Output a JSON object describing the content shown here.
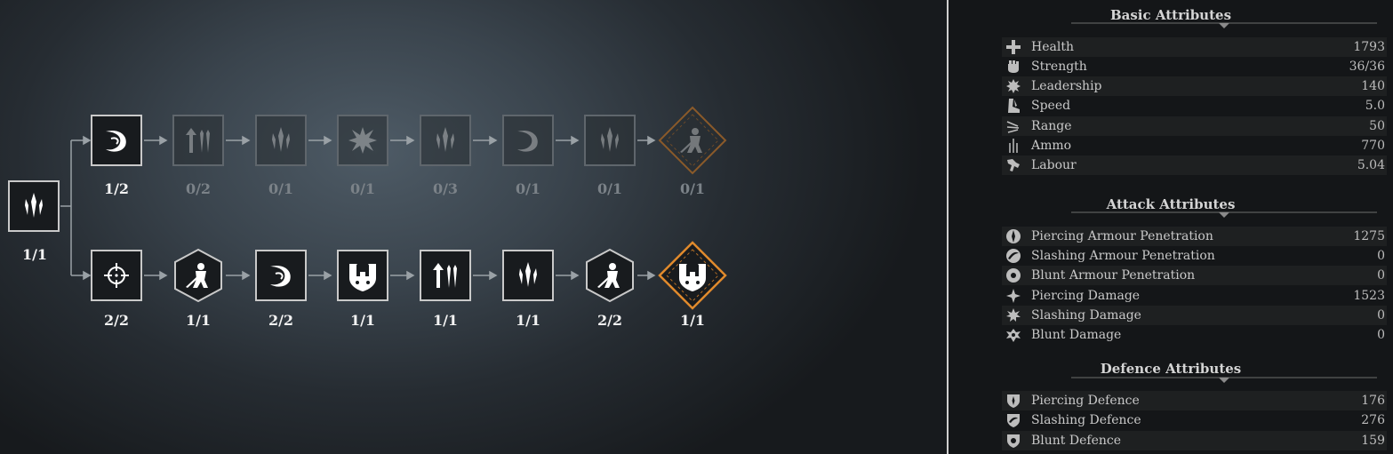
{
  "skill_tree": {
    "root": {
      "level": "1/1",
      "icon": "spear-tips-icon"
    },
    "top_row": [
      {
        "level": "1/2",
        "icon": "crescent-slash-icon",
        "active": true
      },
      {
        "level": "0/2",
        "icon": "arrow-bundle-icon",
        "active": false
      },
      {
        "level": "0/1",
        "icon": "spear-tips-icon",
        "active": false
      },
      {
        "level": "0/1",
        "icon": "burst-icon",
        "active": false
      },
      {
        "level": "0/3",
        "icon": "spear-tips-icon",
        "active": false
      },
      {
        "level": "0/1",
        "icon": "crescent-slash-icon",
        "active": false
      },
      {
        "level": "0/1",
        "icon": "spear-tips-icon",
        "active": false
      },
      {
        "level": "0/1",
        "icon": "lunging-soldier-icon",
        "active": false
      }
    ],
    "bottom_row": [
      {
        "level": "2/2",
        "icon": "crosshair-icon",
        "active": true
      },
      {
        "level": "1/1",
        "icon": "lunging-soldier-icon",
        "active": true
      },
      {
        "level": "2/2",
        "icon": "crescent-slash-icon",
        "active": true
      },
      {
        "level": "1/1",
        "icon": "helmet-shield-icon",
        "active": true
      },
      {
        "level": "1/1",
        "icon": "arrow-bundle-icon",
        "active": true
      },
      {
        "level": "1/1",
        "icon": "spear-tips-icon",
        "active": true
      },
      {
        "level": "2/2",
        "icon": "lunging-soldier-icon",
        "active": true
      },
      {
        "level": "1/1",
        "icon": "helmet-shield-icon",
        "active": true
      }
    ],
    "accent_color": "#e08a2c"
  },
  "attributes": {
    "basic": {
      "title": "Basic Attributes",
      "rows": [
        {
          "icon": "health-cross-icon",
          "name": "Health",
          "value": "1793"
        },
        {
          "icon": "fist-icon",
          "name": "Strength",
          "value": "36/36"
        },
        {
          "icon": "leadership-emblem-icon",
          "name": "Leadership",
          "value": "140"
        },
        {
          "icon": "boot-icon",
          "name": "Speed",
          "value": "5.0"
        },
        {
          "icon": "range-arrows-icon",
          "name": "Range",
          "value": "50"
        },
        {
          "icon": "ammo-icon",
          "name": "Ammo",
          "value": "770"
        },
        {
          "icon": "labour-icon",
          "name": "Labour",
          "value": "5.04"
        }
      ]
    },
    "attack": {
      "title": "Attack Attributes",
      "rows": [
        {
          "icon": "piercing-penetration-icon",
          "name": "Piercing Armour Penetration",
          "value": "1275"
        },
        {
          "icon": "slashing-penetration-icon",
          "name": "Slashing Armour Penetration",
          "value": "0"
        },
        {
          "icon": "blunt-penetration-icon",
          "name": "Blunt Armour Penetration",
          "value": "0"
        },
        {
          "icon": "piercing-damage-icon",
          "name": "Piercing Damage",
          "value": "1523"
        },
        {
          "icon": "slashing-damage-icon",
          "name": "Slashing Damage",
          "value": "0"
        },
        {
          "icon": "blunt-damage-icon",
          "name": "Blunt Damage",
          "value": "0"
        }
      ]
    },
    "defence": {
      "title": "Defence Attributes",
      "rows": [
        {
          "icon": "piercing-defence-icon",
          "name": "Piercing Defence",
          "value": "176"
        },
        {
          "icon": "slashing-defence-icon",
          "name": "Slashing Defence",
          "value": "276"
        },
        {
          "icon": "blunt-defence-icon",
          "name": "Blunt Defence",
          "value": "159"
        }
      ]
    }
  }
}
